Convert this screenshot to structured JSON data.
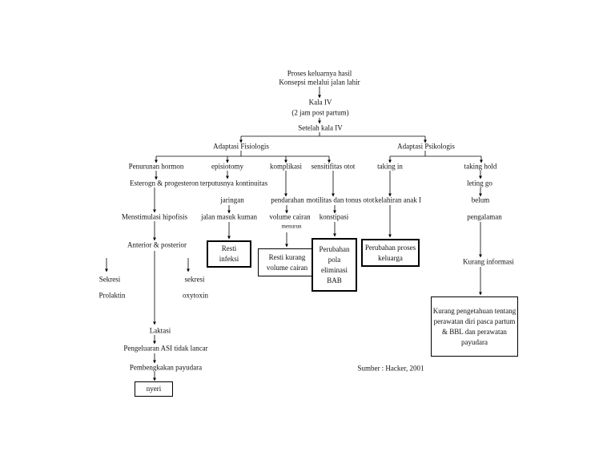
{
  "root": {
    "line1": "Proses keluarnya hasil",
    "line2": "Konsepsi melalui jalan lahir",
    "kala_iv": "Kala IV",
    "kala_iv_sub": "(2 jam post partum)",
    "after": "Setelah kala IV"
  },
  "physiological": {
    "title": "Adaptasi Fisiologis",
    "hormone": {
      "title": "Penurunan hormon",
      "steps": [
        "Esterogn & progesteron",
        "Menstimulasi hipofisis",
        "Anterior & posterior"
      ],
      "left": [
        "Sekresi",
        "Prolaktin"
      ],
      "right": [
        "sekresi",
        "oxytoxin"
      ],
      "lactation": [
        "Laktasi",
        "Pengeluaran ASI tidak lancar",
        "Pembengkakan payudara"
      ],
      "diagnosis": "nyeri"
    },
    "episiotomy": {
      "title": "episiotomy",
      "steps": [
        "terputusnya kontinuitas",
        "jaringan",
        "jalan masuk kuman"
      ],
      "diagnosis": [
        "Resti",
        "infeksi"
      ]
    },
    "complication": {
      "title": "komplikasi",
      "steps": [
        "pendarahan",
        "volume cairan",
        "menurun"
      ],
      "diagnosis": [
        "Resti kurang",
        "volume cairan"
      ]
    },
    "muscle": {
      "title": "sensitifitas otot",
      "steps": [
        "motilitas dan tonus otot",
        "konstipasi"
      ],
      "diagnosis": [
        "Perubahan",
        "pola",
        "eliminasi",
        "BAB"
      ]
    }
  },
  "psychological": {
    "title": "Adaptasi Psikologis",
    "taking_in": {
      "title": "taking in",
      "steps": [
        "kelahiran anak I"
      ],
      "diagnosis": [
        "Perubahan proses",
        "keluarga"
      ]
    },
    "taking_hold": {
      "title": "taking hold",
      "steps": [
        "leting go",
        "belum",
        "pengalaman",
        "Kurang informasi"
      ],
      "diagnosis": [
        "Kurang pengetahuan tentang",
        "perawatan diri pasca partum",
        "& BBL dan perawatan",
        "payudara"
      ]
    }
  },
  "source": "Sumber : Hacker, 2001"
}
